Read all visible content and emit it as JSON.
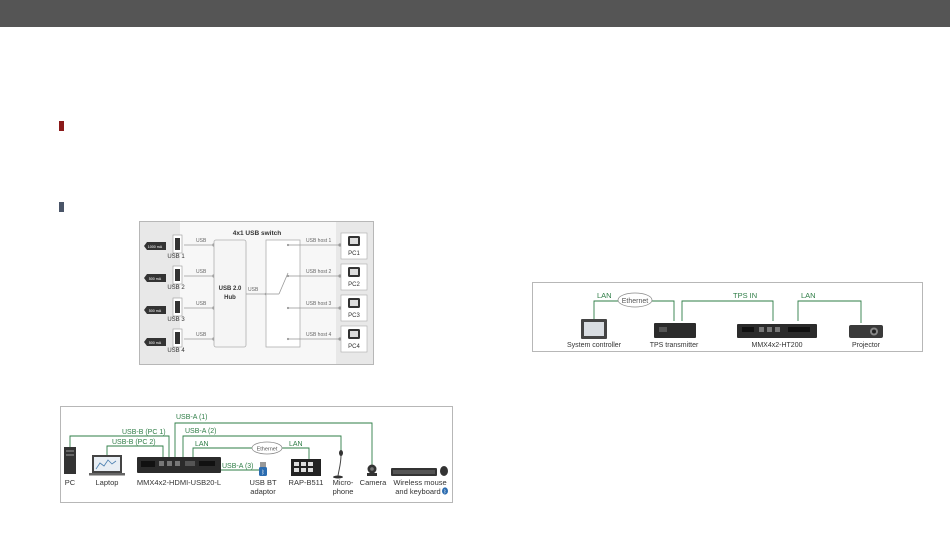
{
  "colors": {
    "header_bar": "#555555",
    "section_marker_red": "#8b1a1a",
    "section_marker_slate": "#4a5568",
    "usb_link": "#2e7d46",
    "hub_fill": "#f5f5f5",
    "panel_bg": "#e8e8e8"
  },
  "usb_switch_figure": {
    "title": "4x1 USB switch",
    "ports": [
      {
        "label": "USB 1",
        "current": "1000 mA"
      },
      {
        "label": "USB 2",
        "current": "500 mA"
      },
      {
        "label": "USB 3",
        "current": "500 mA"
      },
      {
        "label": "USB 4",
        "current": "500 mA"
      }
    ],
    "link_usb": "USB",
    "hub_line1": "USB 2.0",
    "hub_line2": "Hub",
    "hub_out": "USB",
    "hosts": [
      {
        "label": "USB host 1",
        "pc": "PC1"
      },
      {
        "label": "USB host 2",
        "pc": "PC2"
      },
      {
        "label": "USB host 3",
        "pc": "PC3"
      },
      {
        "label": "USB host 4",
        "pc": "PC4"
      }
    ]
  },
  "usb_connection_figure": {
    "links": {
      "usba1": "USB-A (1)",
      "usbb_pc1": "USB-B (PC 1)",
      "usba2": "USB-A (2)",
      "usbb_pc2": "USB-B (PC 2)",
      "lan1": "LAN",
      "lan2": "LAN",
      "usba3": "USB-A (3)",
      "ethernet": "Ethernet"
    },
    "devices": {
      "pc": "PC",
      "laptop": "Laptop",
      "matrix": "MMX4x2-HDMI-USB20-L",
      "bt_line1": "USB BT",
      "bt_line2": "adaptor",
      "rap": "RAP-B511",
      "mic_line1": "Micro-",
      "mic_line2": "phone",
      "camera": "Camera",
      "kb_line1": "Wireless mouse",
      "kb_line2": "and keyboard"
    }
  },
  "tps_figure": {
    "links": {
      "lan_left": "LAN",
      "ethernet": "Ethernet",
      "tps_in": "TPS IN",
      "lan_right": "LAN"
    },
    "devices": {
      "controller": "System controller",
      "transmitter": "TPS transmitter",
      "matrix": "MMX4x2-HT200",
      "projector": "Projector"
    }
  }
}
